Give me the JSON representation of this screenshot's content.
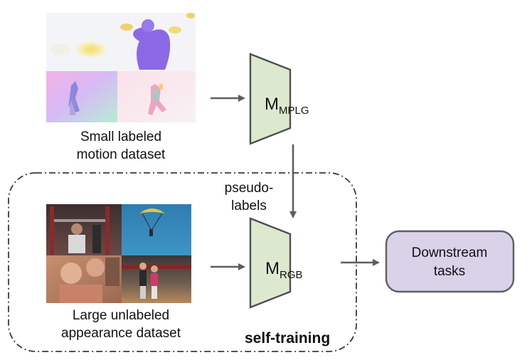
{
  "colors": {
    "model_fill": "#dde9cf",
    "model_stroke": "#4f4f4f",
    "downstream_fill": "#d9d2e9",
    "downstream_stroke": "#5f5f5f",
    "arrow": "#5e5e5e",
    "dashed_border": "#3a3a3a"
  },
  "motion_dataset": {
    "caption_line1": "Small labeled",
    "caption_line2": "motion dataset"
  },
  "appearance_dataset": {
    "caption_line1": "Large unlabeled",
    "caption_line2": "appearance dataset"
  },
  "model_mplg": {
    "label_main": "M",
    "label_sub": "MPLG"
  },
  "model_rgb": {
    "label_main": "M",
    "label_sub": "RGB"
  },
  "pseudo_labels": {
    "line1": "pseudo-",
    "line2": "labels"
  },
  "downstream": {
    "line1": "Downstream",
    "line2": "tasks"
  },
  "self_training": {
    "label": "self-training"
  }
}
